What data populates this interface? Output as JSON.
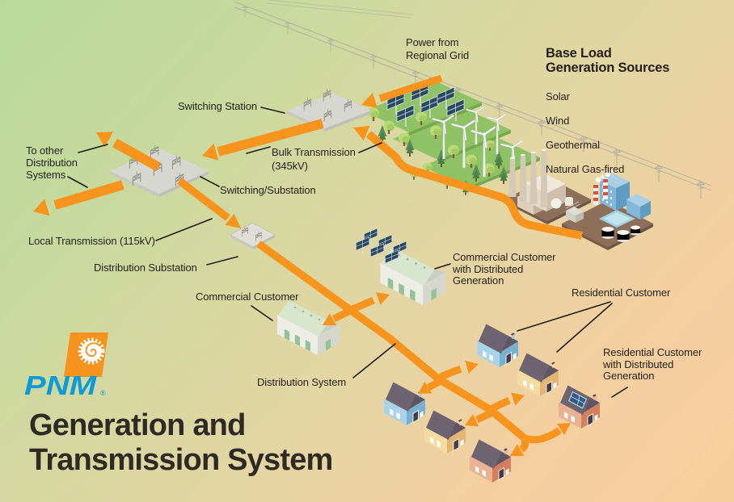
{
  "title": "Generation and\nTransmission System",
  "logo": {
    "text": "PNM",
    "reg": "®"
  },
  "labels": {
    "power_regional_grid": "Power from\nRegional Grid",
    "base_load_title": "Base Load\nGeneration Sources",
    "base_load_sources": [
      "Solar",
      "Wind",
      "Geothermal",
      "Natural Gas-fired"
    ],
    "switching_station": "Switching Station",
    "to_other_distribution": "To other\nDistribution\nSystems",
    "bulk_transmission": "Bulk Transmission\n(345kV)",
    "switching_substation": "Switching/Substation",
    "local_transmission": "Local Transmission (115kV)",
    "distribution_substation": "Distribution Substation",
    "commercial_customer": "Commercial Customer",
    "commercial_customer_dg": "Commercial Customer\nwith Distributed\nGeneration",
    "residential_customer": "Residential Customer",
    "residential_customer_dg": "Residential Customer\nwith Distributed\nGeneration",
    "distribution_system": "Distribution System"
  },
  "colors": {
    "flow_arrow_orange": "#F7941D",
    "pnm_logo_orange": "#F6921E",
    "pnm_logo_blue": "#0D9BD8",
    "label_text": "#26211E",
    "title_text": "#2E2A26",
    "background_top_left": "#B7DA9B",
    "background_bottom_right": "#F8CD9E"
  }
}
